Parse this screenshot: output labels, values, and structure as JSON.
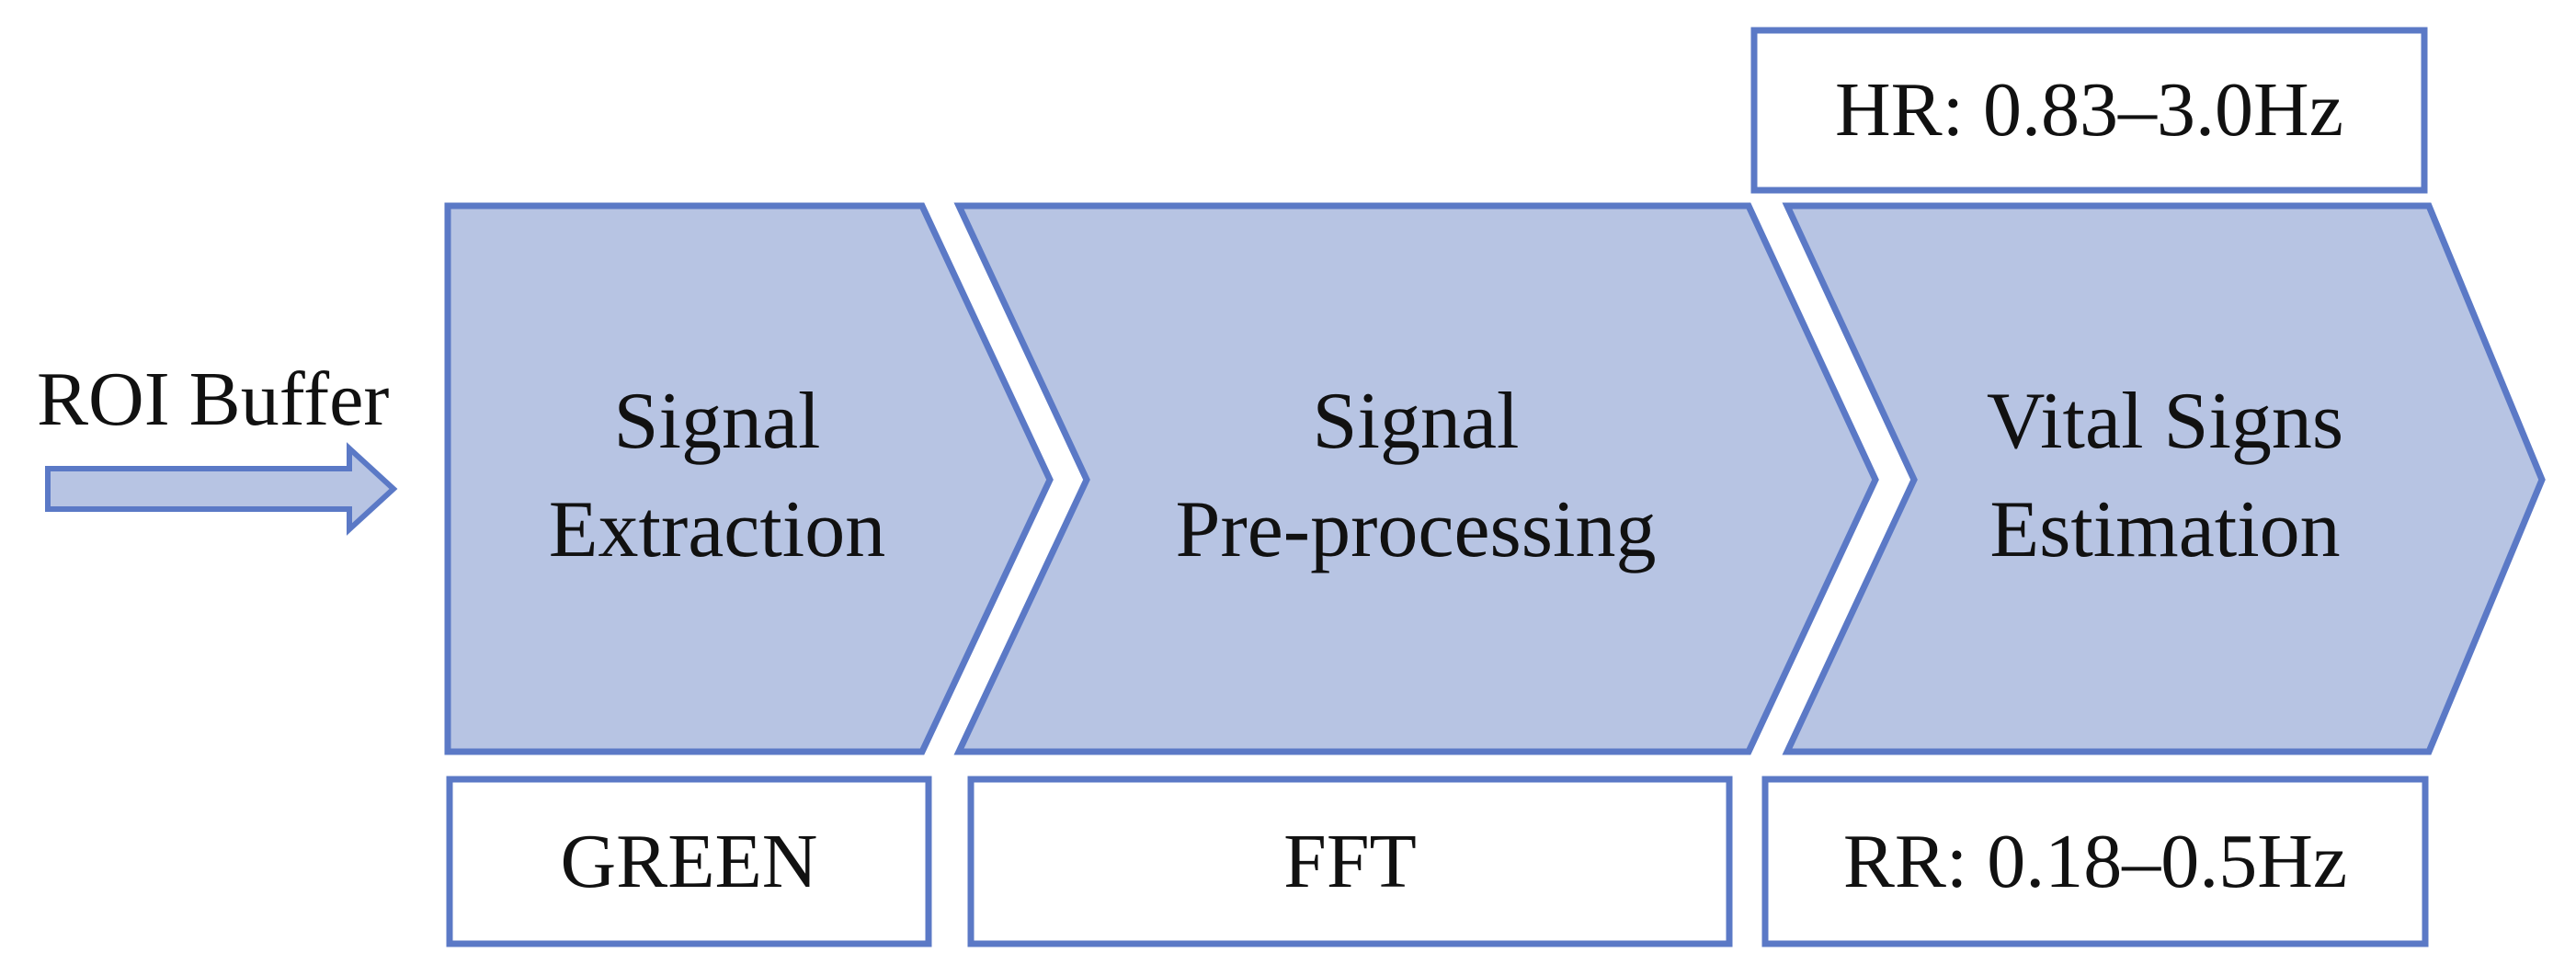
{
  "input": {
    "label": "ROI Buffer"
  },
  "stages": [
    {
      "line1": "Signal",
      "line2": "Extraction",
      "method": "GREEN"
    },
    {
      "line1": "Signal",
      "line2": "Pre-processing",
      "method": "FFT"
    },
    {
      "line1": "Vital Signs",
      "line2": "Estimation",
      "top_box": "HR: 0.83–3.0Hz",
      "method": "RR: 0.18–0.5Hz"
    }
  ],
  "colors": {
    "fill": "#b7c4e3",
    "stroke": "#5b79c6",
    "text": "#111111",
    "background": "#ffffff"
  }
}
